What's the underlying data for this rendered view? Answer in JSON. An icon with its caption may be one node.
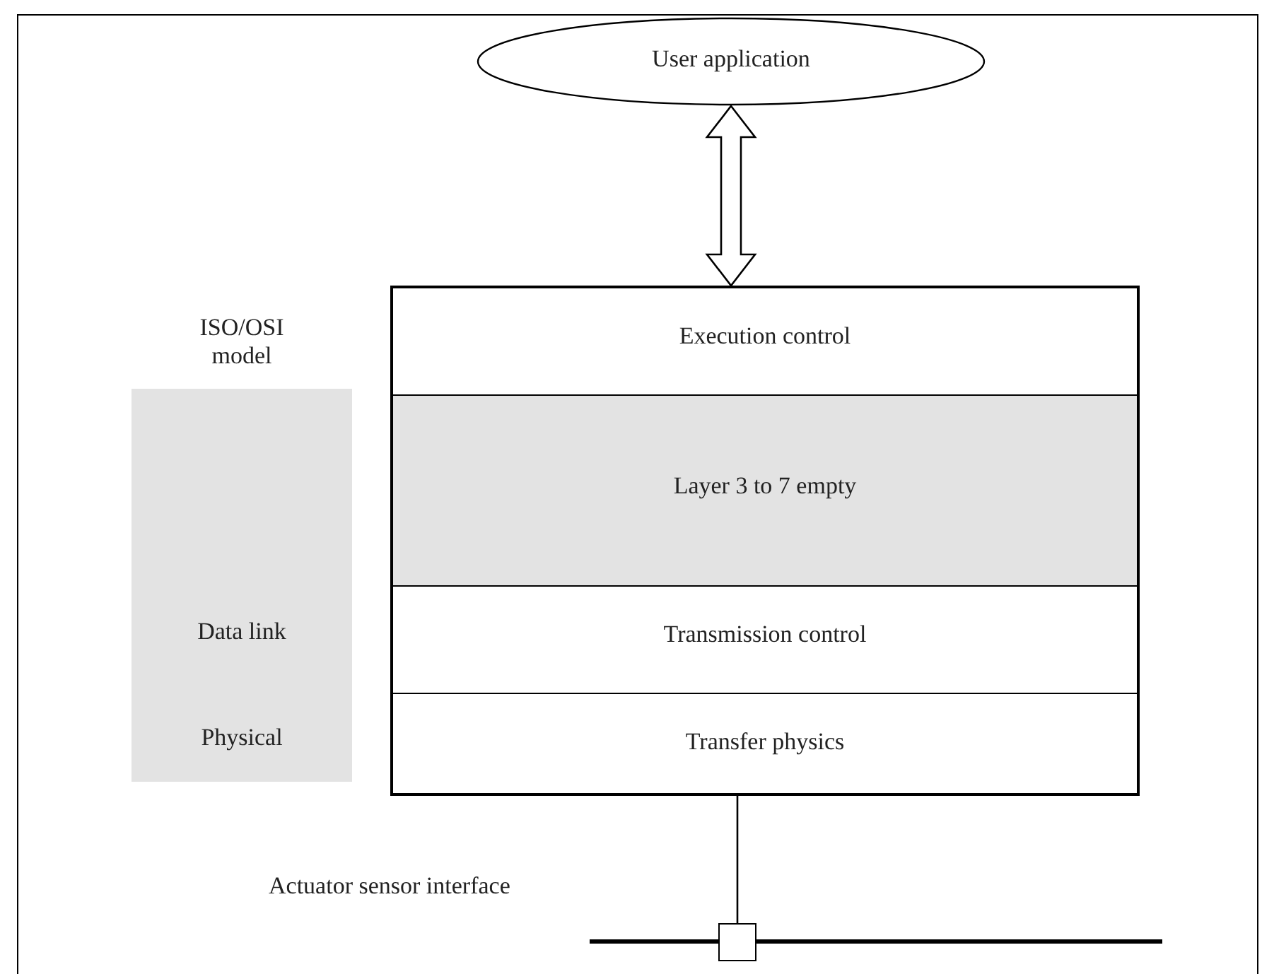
{
  "diagram": {
    "nodes": [
      {
        "text": [
          "User application"
        ]
      },
      {
        "text": [],
        "shape": "box"
      },
      {
        "text": [
          "Execution control"
        ],
        "in": 1
      },
      {
        "text": [
          "Layer 3 to 7 empty"
        ],
        "in": 1
      },
      {
        "text": [
          "Transmission control"
        ],
        "in": 1
      },
      {
        "text": [
          "Transfer physics"
        ],
        "in": 1
      },
      {
        "text": [
          "ISO/OSI model",
          "Data link",
          "Physical"
        ]
      },
      {
        "text": [],
        "shape": "box"
      }
    ],
    "edges": [
      {
        "from": 0,
        "to": 1,
        "arrow": "both",
        "style": "thick"
      },
      {
        "from": 1,
        "to": 7,
        "arrow": "none"
      }
    ],
    "labels": [
      "Actuator sensor interface"
    ]
  }
}
